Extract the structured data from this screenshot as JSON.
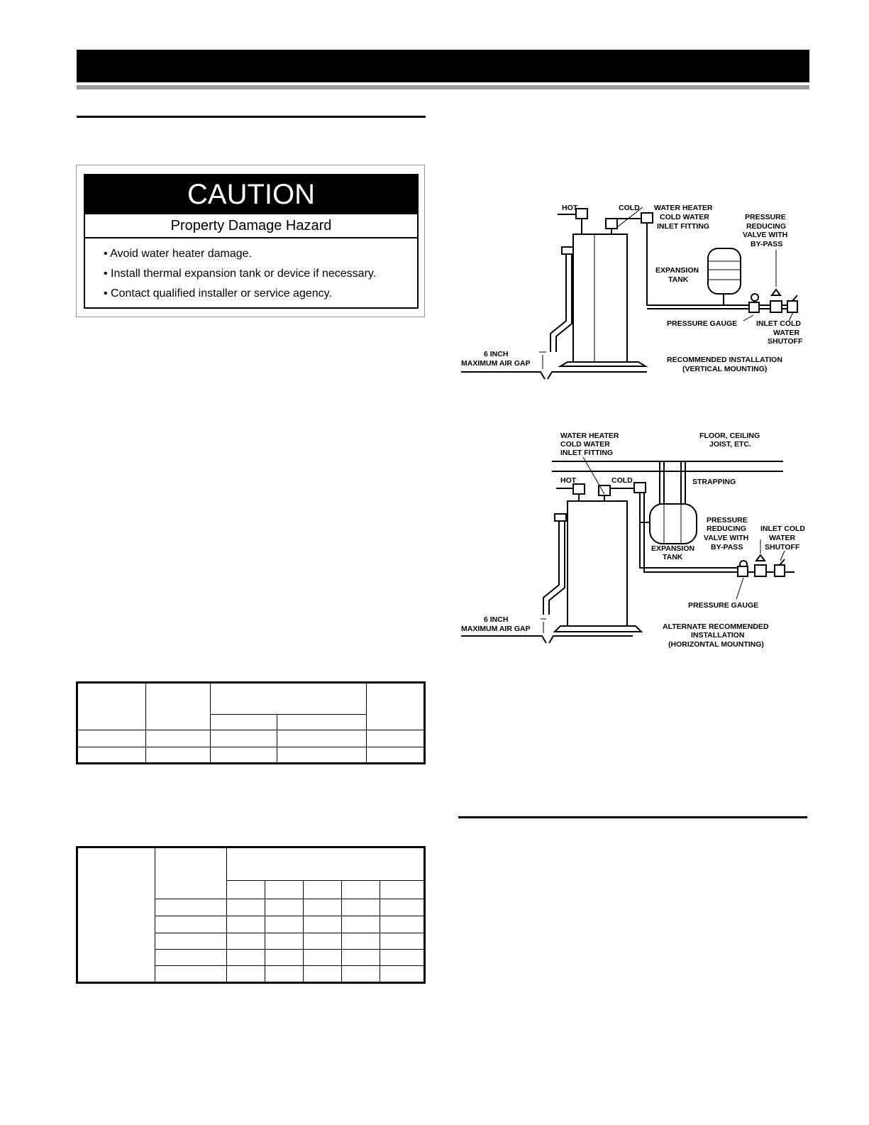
{
  "caution": {
    "heading": "CAUTION",
    "subheading": "Property Damage Hazard",
    "items": [
      "• Avoid water heater damage.",
      "• Install thermal expansion tank or device if necessary.",
      "• Contact qualified installer or service agency."
    ]
  },
  "diagram_vertical": {
    "hot": "HOT",
    "cold": "COLD",
    "inlet_fitting": [
      "WATER HEATER",
      "COLD WATER",
      "INLET FITTING"
    ],
    "prv": [
      "PRESSURE",
      "REDUCING",
      "VALVE WITH",
      "BY-PASS"
    ],
    "expansion_tank": [
      "EXPANSION",
      "TANK"
    ],
    "pressure_gauge": "PRESSURE GAUGE",
    "shutoff": [
      "INLET COLD",
      "WATER",
      "SHUTOFF"
    ],
    "air_gap": [
      "6 INCH",
      "MAXIMUM AIR GAP"
    ],
    "caption": [
      "RECOMMENDED INSTALLATION",
      "(VERTICAL MOUNTING)"
    ]
  },
  "diagram_horizontal": {
    "inlet_fitting": [
      "WATER HEATER",
      "COLD WATER",
      "INLET FITTING"
    ],
    "floor": [
      "FLOOR, CEILING",
      "JOIST, ETC."
    ],
    "hot": "HOT",
    "cold": "COLD",
    "strapping": "STRAPPING",
    "prv": [
      "PRESSURE",
      "REDUCING",
      "VALVE WITH",
      "BY-PASS"
    ],
    "shutoff": [
      "INLET COLD",
      "WATER",
      "SHUTOFF"
    ],
    "expansion_tank": [
      "EXPANSION",
      "TANK"
    ],
    "pressure_gauge": "PRESSURE GAUGE",
    "air_gap": [
      "6 INCH",
      "MAXIMUM AIR GAP"
    ],
    "caption": [
      "ALTERNATE RECOMMENDED",
      "INSTALLATION",
      "(HORIZONTAL MOUNTING)"
    ]
  }
}
